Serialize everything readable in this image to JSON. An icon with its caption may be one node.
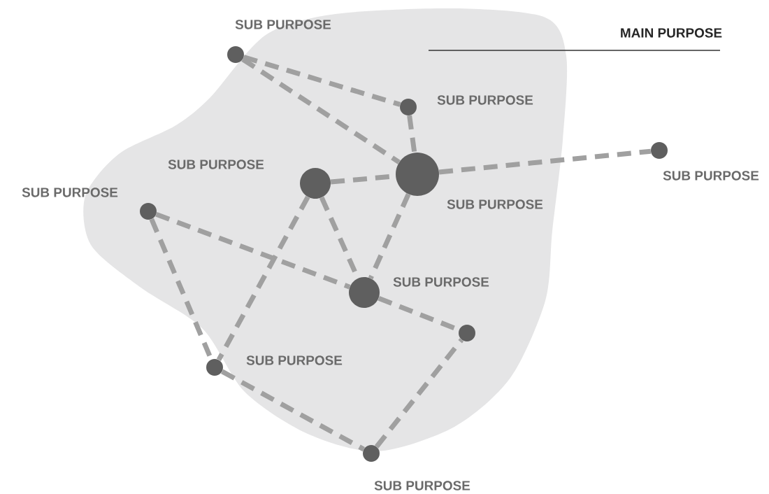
{
  "diagram": {
    "nodes": [
      {
        "text": [],
        "shape": "cloud",
        "beside": [
          "MAIN PURPOSE"
        ]
      },
      {
        "text": [],
        "shape": "circle",
        "beside": [
          "SUB PURPOSE"
        ]
      },
      {
        "text": [],
        "shape": "circle",
        "beside": [
          "SUB PURPOSE"
        ],
        "in": 0
      },
      {
        "text": [],
        "shape": "circle",
        "beside": [
          "SUB PURPOSE"
        ],
        "in": 0
      },
      {
        "text": [],
        "shape": "circle",
        "beside": [
          "SUB PURPOSE"
        ]
      },
      {
        "text": [],
        "shape": "circle",
        "beside": [
          "SUB PURPOSE"
        ],
        "in": 0
      },
      {
        "text": [],
        "shape": "circle",
        "beside": [
          "SUB PURPOSE"
        ],
        "in": 0
      },
      {
        "text": [],
        "shape": "circle",
        "beside": [
          "SUB PURPOSE"
        ],
        "in": 0
      },
      {
        "text": [],
        "shape": "circle",
        "in": 0
      },
      {
        "text": [],
        "shape": "circle",
        "beside": [
          "SUB PURPOSE"
        ],
        "in": 0
      },
      {
        "text": [],
        "shape": "circle",
        "beside": [
          "SUB PURPOSE"
        ]
      }
    ],
    "edges": [
      {
        "from": 1,
        "to": 2,
        "arrow": "none"
      },
      {
        "from": 1,
        "to": 3,
        "arrow": "none"
      },
      {
        "from": 2,
        "to": 3,
        "arrow": "none"
      },
      {
        "from": 3,
        "to": 4,
        "arrow": "none"
      },
      {
        "from": 5,
        "to": 3,
        "arrow": "none"
      },
      {
        "from": 5,
        "to": 7,
        "arrow": "none"
      },
      {
        "from": 5,
        "to": 9,
        "arrow": "none"
      },
      {
        "from": 3,
        "to": 7,
        "arrow": "none"
      },
      {
        "from": 6,
        "to": 7,
        "arrow": "none"
      },
      {
        "from": 7,
        "to": 8,
        "arrow": "none"
      },
      {
        "from": 6,
        "to": 9,
        "arrow": "none"
      },
      {
        "from": 9,
        "to": 10,
        "arrow": "none"
      },
      {
        "from": 10,
        "to": 8,
        "arrow": "none"
      }
    ]
  }
}
